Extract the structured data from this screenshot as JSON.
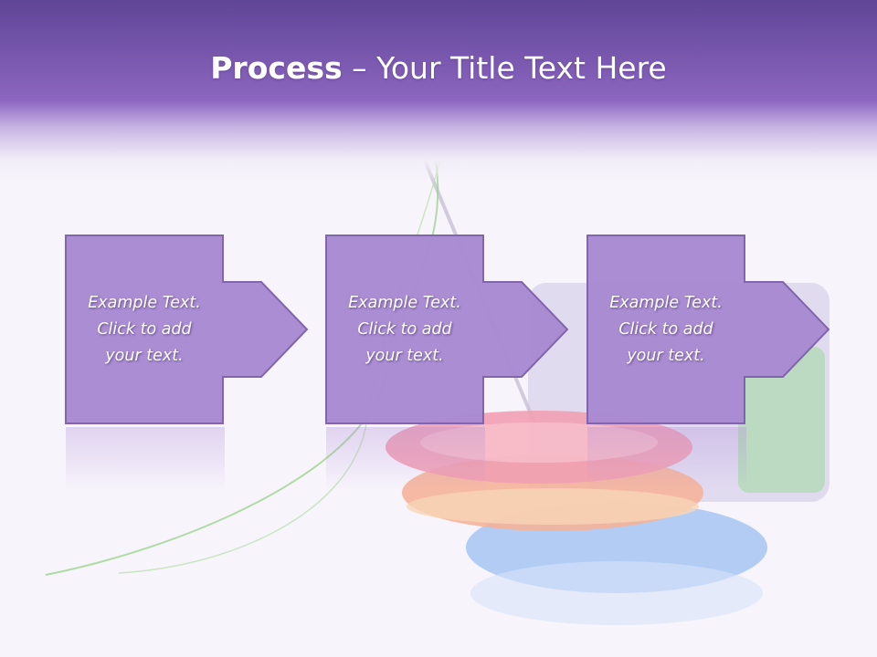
{
  "slide": {
    "title_bold": "Process",
    "title_rest": " – Your Title Text Here"
  },
  "steps": [
    {
      "line1": "Example Text.",
      "line2": "Click  to add",
      "line3": "your text."
    },
    {
      "line1": "Example Text.",
      "line2": "Click  to add",
      "line3": "your text."
    },
    {
      "line1": "Example Text.",
      "line2": "Click  to add",
      "line3": "your text."
    }
  ],
  "colors": {
    "header_top": "#5f4596",
    "header_mid": "#8c66c0",
    "box_fill": "#a98ad3",
    "box_stroke": "#7e62ab",
    "text": "#ffffff"
  }
}
